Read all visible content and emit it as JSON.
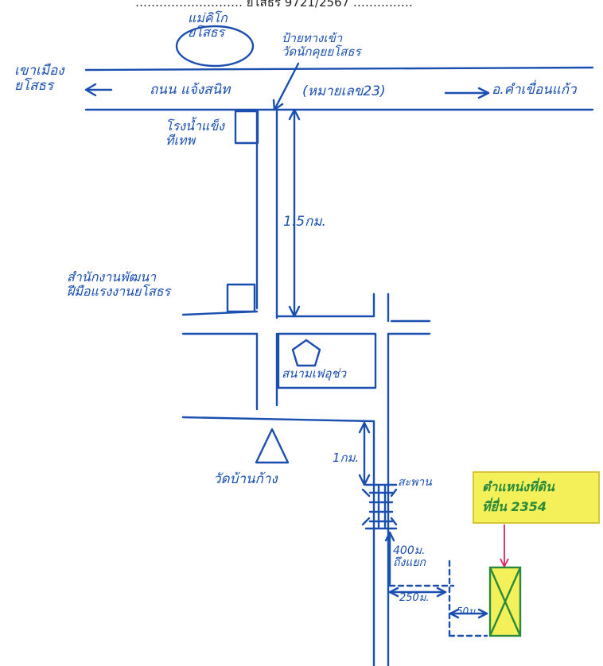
{
  "header_text": "……………………… ยโสธร 9721/2567 ……………",
  "labels": {
    "temple_logo": "แม่คิโก\nยโสธร",
    "left_town": "เขาเมือง\nยโสธร",
    "road_name": "ถนน แจ้งสนิท",
    "highway": "(หมายเลข23)",
    "right_town": "อ.คำเขื่อนแก้ว",
    "sign_top": "ป้ายทางเข้า\nวัดนักคุยยโสธร",
    "factory": "โรงน้ำแข็ง\nทีเทพ",
    "dist_1_5km": "1.5กม.",
    "office": "สำนักงานพัฒนา\nฝีมือแรงงานยโสธร",
    "school_area": "สนามเฟอุช่ว",
    "temple_bottom": "วัดบ้านก้าง",
    "dist_1km": "1กม.",
    "bridge": "สะพาน",
    "dist_400m": "400ม.\nถึงแยก",
    "dist_250m": "250ม.",
    "dist_50m": "50ม.",
    "target": "ตำแหน่งที่ดิน\nที่ยื่น 2354"
  },
  "colors": {
    "ink": "#1a4fb0",
    "highlight": "#f3f05a",
    "target_outline": "#2a8a3b",
    "pointer": "#e0245e"
  }
}
